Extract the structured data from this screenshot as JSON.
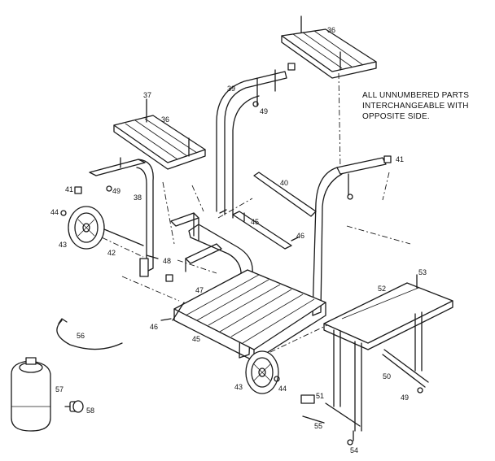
{
  "note": {
    "line1": "ALL UNNUMBERED PARTS",
    "line2": "INTERCHANGEABLE WITH",
    "line3": "OPPOSITE SIDE."
  },
  "callouts": {
    "c36a": "36",
    "c36b": "36",
    "c37": "37",
    "c39": "39",
    "c49a": "49",
    "c41a": "41",
    "c49b": "49",
    "c38": "38",
    "c41b": "41",
    "c40": "40",
    "c44a": "44",
    "c45a": "45",
    "c46a": "46",
    "c43": "43",
    "c42": "42",
    "c48": "48",
    "c47": "47",
    "c53": "53",
    "c52": "52",
    "c56a": "56",
    "c46b": "46",
    "c45b": "45",
    "c50": "50",
    "c43b": "43",
    "c44b": "44",
    "c49c": "49",
    "c57": "57",
    "c51": "51",
    "c58": "58",
    "c55": "55",
    "c54": "54"
  }
}
